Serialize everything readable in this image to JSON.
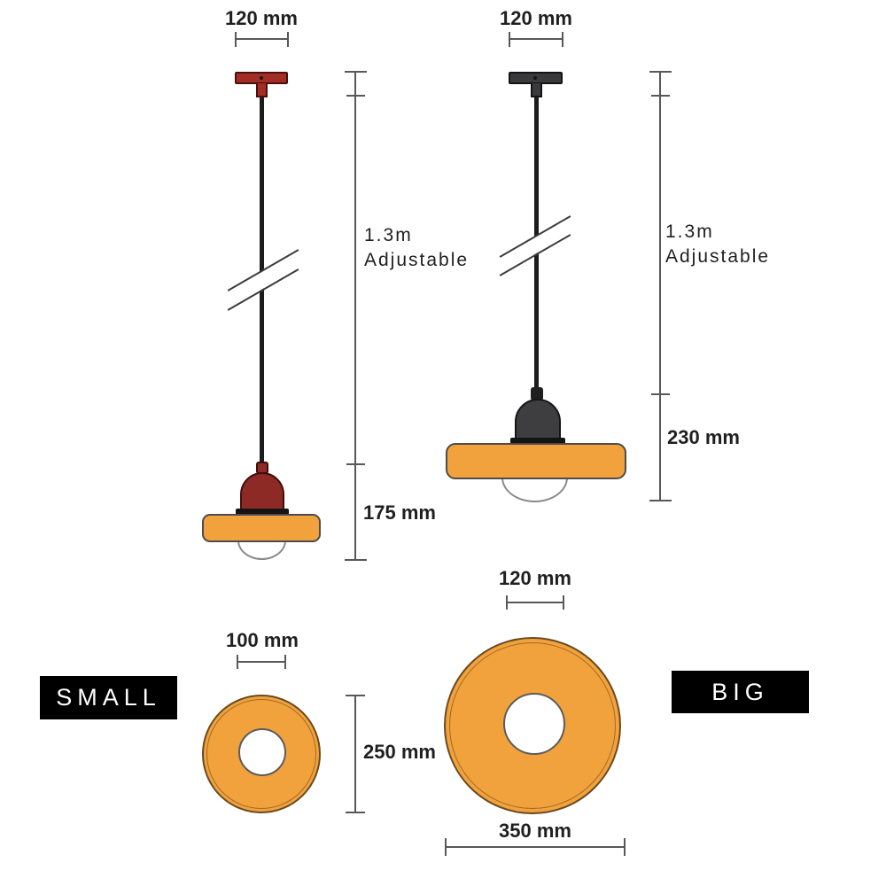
{
  "colors": {
    "shade_orange": "#F2A23C",
    "small_red": "#8E2A26",
    "small_canopy_red": "#A32C25",
    "big_gray": "#3E3E40",
    "big_canopy_gray": "#3A3A3C",
    "cord_black": "#1C1C1C",
    "dim_line_gray": "#58585A",
    "text_dark": "#1F1F1F",
    "badge_bg": "#000000",
    "badge_text": "#FFFFFF",
    "donut_outline": "#6B4A1E",
    "bulb_outline": "#8A8A8A"
  },
  "side_views": {
    "small": {
      "canopy_width": "120 mm",
      "cord_length": "1.3m",
      "cord_note": "Adjustable",
      "fixture_height": "175 mm"
    },
    "big": {
      "canopy_width": "120 mm",
      "cord_length": "1.3m",
      "cord_note": "Adjustable",
      "fixture_height": "230 mm"
    }
  },
  "top_views": {
    "small": {
      "label": "SMALL",
      "hole_diameter": "100 mm",
      "outer_diameter": "250 mm"
    },
    "big": {
      "label": "BIG",
      "hole_diameter": "120 mm",
      "outer_diameter": "350 mm"
    }
  }
}
